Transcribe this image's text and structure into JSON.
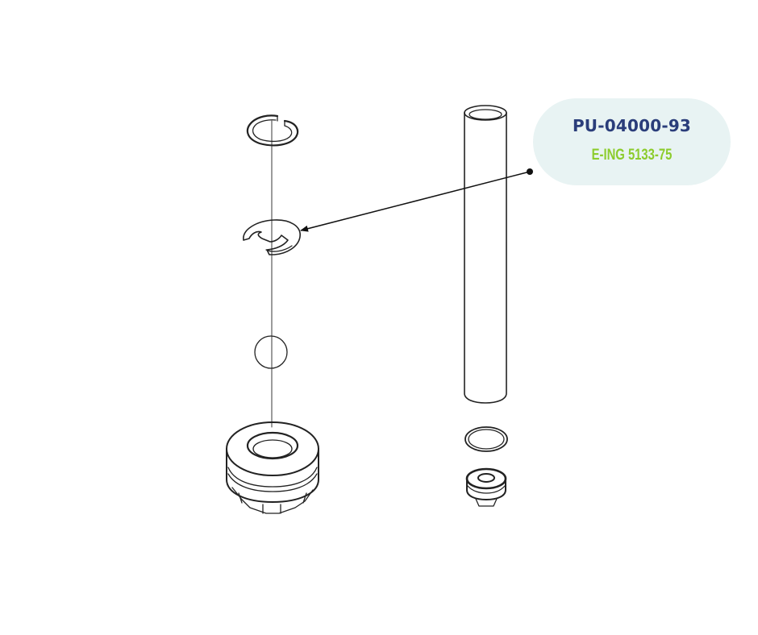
{
  "callout": {
    "part_number": "PU-04000-93",
    "ref_code": "E-ING 5133-75",
    "colors": {
      "background": "#e8f3f3",
      "part_number": "#2a3d7a",
      "ref_code": "#8ccc2c"
    }
  },
  "leader_arrow": {
    "points_to": "e-clip"
  },
  "parts": [
    "retaining-ring",
    "e-clip",
    "ball",
    "valve-seat",
    "tube",
    "o-ring",
    "bottom-fitting"
  ]
}
